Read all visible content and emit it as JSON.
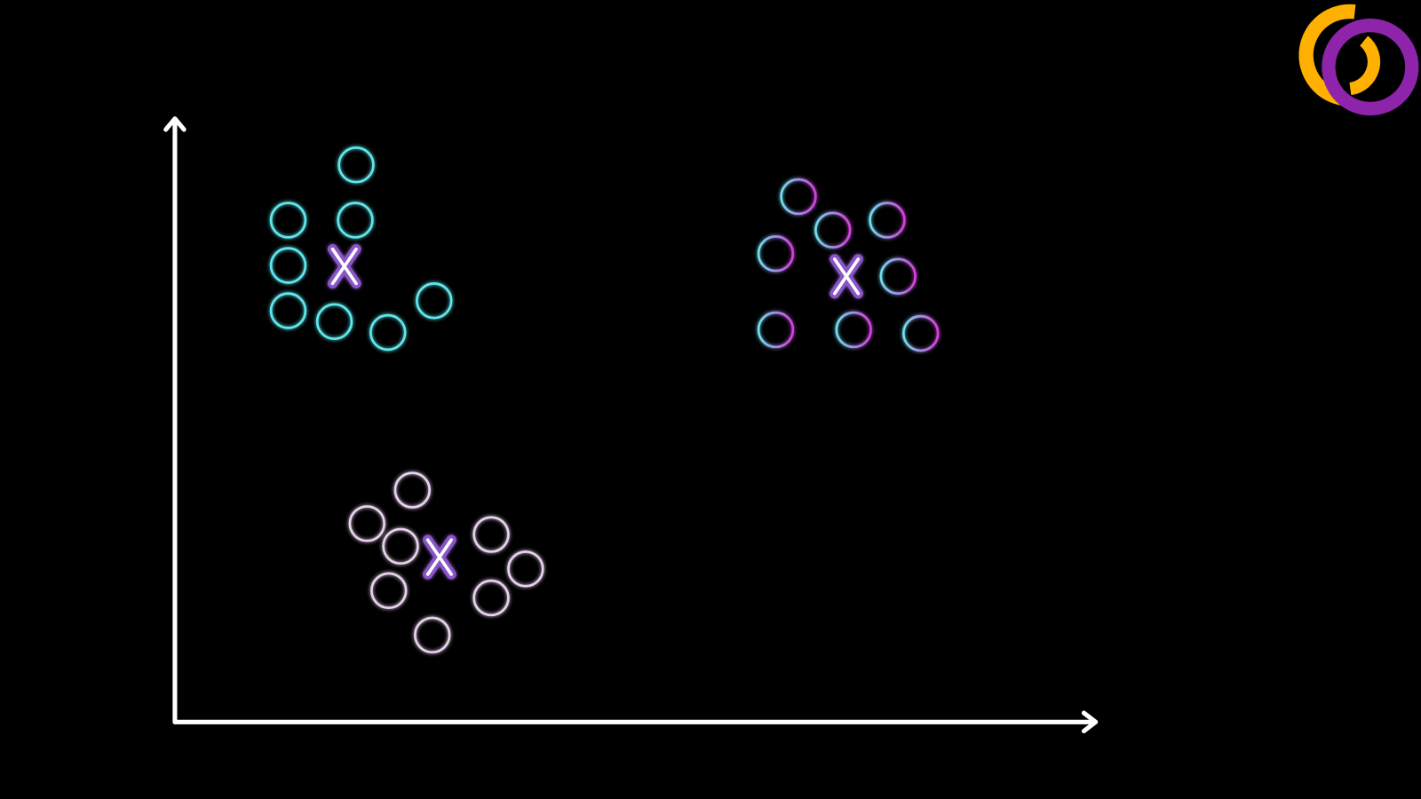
{
  "colors": {
    "background": "#000000",
    "axis": "#ffffff",
    "cluster_a": "#5ee8ee",
    "cluster_b_start": "#6fe0f0",
    "cluster_b_end": "#d63ee0",
    "cluster_c": "#e8d2ee",
    "centroid_fill": "#8a55c8",
    "centroid_core": "#ffffff",
    "logo_orange": "#ffb000",
    "logo_purple": "#8e24aa"
  },
  "clusters": [
    {
      "id": "cluster-a",
      "point_count": 8,
      "centroid_icon": "x-mark-icon"
    },
    {
      "id": "cluster-b",
      "point_count": 8,
      "centroid_icon": "x-mark-icon"
    },
    {
      "id": "cluster-c",
      "point_count": 8,
      "centroid_icon": "x-mark-icon"
    }
  ],
  "logo": {
    "icon": "interlocking-rings-logo"
  }
}
